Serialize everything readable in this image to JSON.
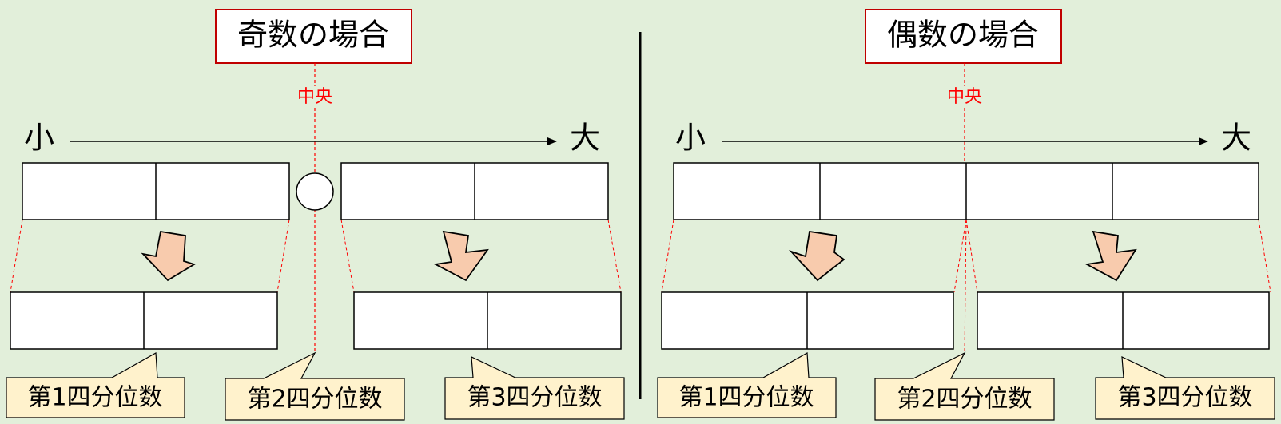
{
  "odd": {
    "title": "奇数の場合",
    "center_label": "中央",
    "axis_small": "小",
    "axis_large": "大",
    "callouts": [
      "第1四分位数",
      "第2四分位数",
      "第3四分位数"
    ]
  },
  "even": {
    "title": "偶数の場合",
    "center_label": "中央",
    "axis_small": "小",
    "axis_large": "大",
    "callouts": [
      "第1四分位数",
      "第2四分位数",
      "第3四分位数"
    ]
  },
  "colors": {
    "background": "#e2efda",
    "title_border": "#c00000",
    "guide_line": "#ff0000",
    "arrow_fill": "#f8cbad",
    "callout_fill": "#fff2cc"
  }
}
